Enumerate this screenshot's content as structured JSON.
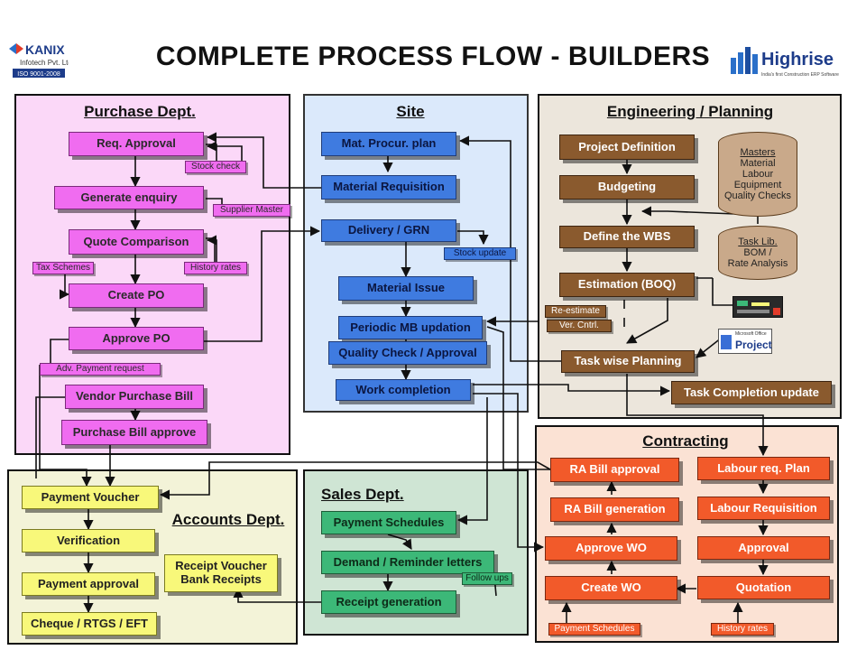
{
  "header": {
    "title": "COMPLETE PROCESS FLOW - BUILDERS",
    "left_logo": {
      "brand": "KANIX",
      "line1": "Infotech Pvt. Ltd.",
      "line2": "ISO 9001-2008"
    },
    "right_logo": {
      "brand": "Highrise",
      "tagline": "India's first Construction ERP Software"
    }
  },
  "purchase": {
    "title": "Purchase Dept.",
    "req_approval": "Req. Approval",
    "stock_check": "Stock check",
    "generate_enquiry": "Generate enquiry",
    "supplier_master": "Supplier Master",
    "quote_comparison": "Quote Comparison",
    "tax_schemes": "Tax Schemes",
    "history_rates": "History rates",
    "create_po": "Create PO",
    "approve_po": "Approve PO",
    "adv_payment": "Adv. Payment request",
    "vendor_bill": "Vendor Purchase Bill",
    "bill_approve": "Purchase Bill approve"
  },
  "site": {
    "title": "Site",
    "mat_procur": "Mat. Procur. plan",
    "material_req": "Material Requisition",
    "delivery_grn": "Delivery / GRN",
    "stock_update": "Stock update",
    "material_issue": "Material Issue",
    "periodic_mb": "Periodic MB updation",
    "quality_check": "Quality Check / Approval",
    "work_completion": "Work completion"
  },
  "engineering": {
    "title": "Engineering / Planning",
    "project_def": "Project Definition",
    "budgeting": "Budgeting",
    "define_wbs": "Define the WBS",
    "estimation": "Estimation (BOQ)",
    "re_estimate": "Re-estimate",
    "ver_cntrl": "Ver. Cntrl.",
    "task_planning": "Task wise Planning",
    "task_completion": "Task Completion update",
    "masters": [
      "Masters",
      "Material",
      "Labour",
      "Equipment",
      "Quality Checks"
    ],
    "task_lib": [
      "Task Lib.",
      "BOM /",
      "Rate Analysis"
    ],
    "ms_project": {
      "line1": "Microsoft Office",
      "line2": "Project"
    }
  },
  "contracting": {
    "title": "Contracting",
    "ra_approval": "RA Bill approval",
    "ra_generation": "RA Bill generation",
    "approve_wo": "Approve WO",
    "create_wo": "Create WO",
    "payment_schedules": "Payment Schedules",
    "labour_req_plan": "Labour req. Plan",
    "labour_requisition": "Labour Requisition",
    "approval": "Approval",
    "quotation": "Quotation",
    "history_rates": "History rates"
  },
  "accounts": {
    "title": "Accounts Dept.",
    "payment_voucher": "Payment Voucher",
    "verification": "Verification",
    "payment_approval": "Payment approval",
    "cheque": "Cheque / RTGS / EFT",
    "receipt_voucher": [
      "Receipt Voucher",
      "Bank Receipts"
    ]
  },
  "sales": {
    "title": "Sales Dept.",
    "payment_schedules": "Payment Schedules",
    "demand_letters": "Demand / Reminder letters",
    "follow_ups": "Follow ups",
    "receipt_generation": "Receipt generation"
  }
}
